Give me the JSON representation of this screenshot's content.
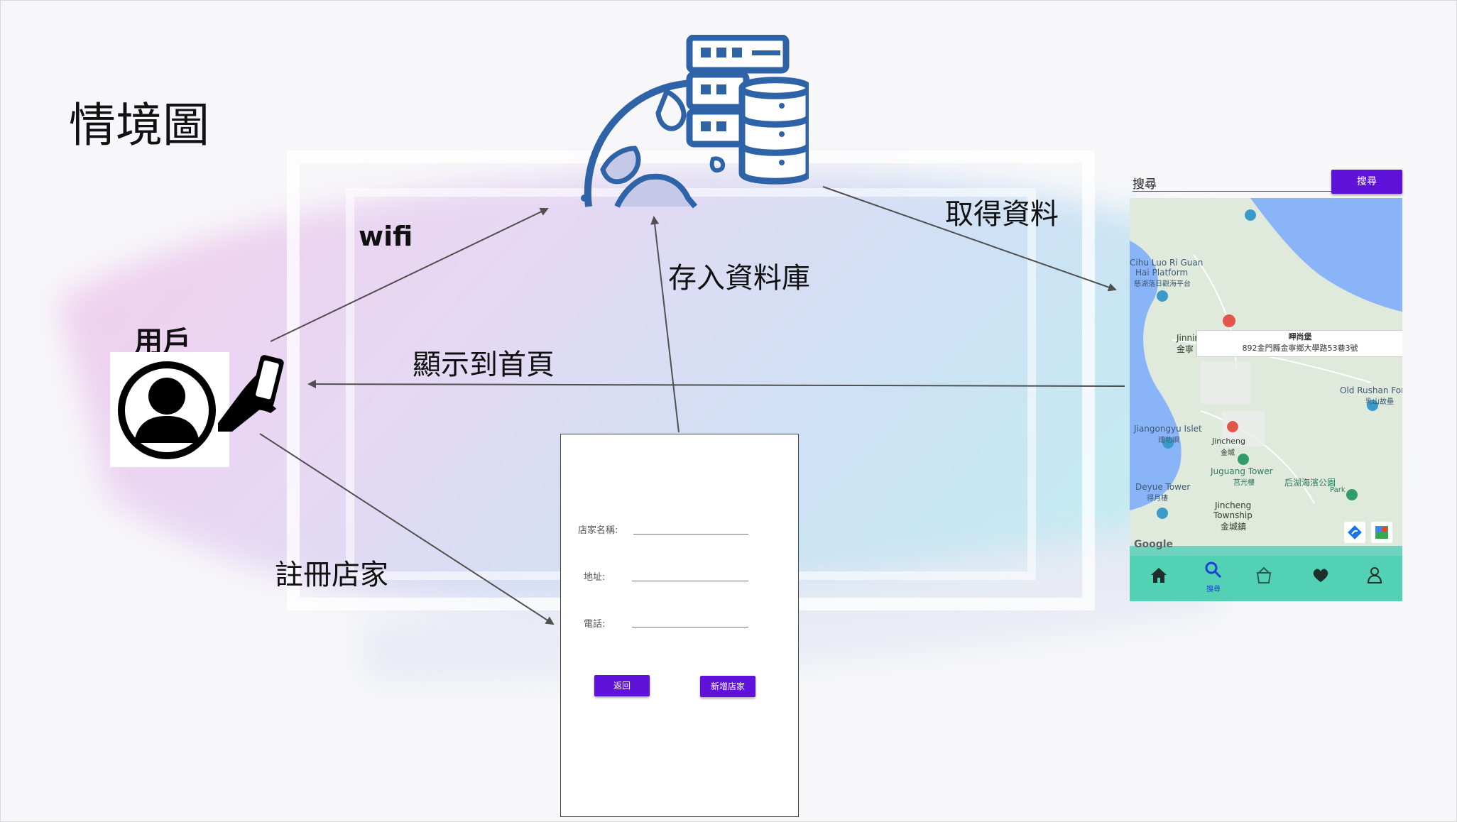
{
  "slide": {
    "title": "情境圖",
    "labels": {
      "user": "用戶",
      "wifi": "wifi",
      "store_db": "存入資料庫",
      "get_data": "取得資料",
      "show_home": "顯示到首頁",
      "register": "註冊店家"
    }
  },
  "form_screen": {
    "fields": [
      {
        "label": "店家名稱:"
      },
      {
        "label": "地址:"
      },
      {
        "label": "電話:"
      }
    ],
    "back_button": "返回",
    "add_button": "新增店家"
  },
  "map_screen": {
    "search_label": "搜尋",
    "search_button": "搜尋",
    "popup": {
      "title": "呷尚堡",
      "address": "892金門縣金寧鄉大學路53巷3號"
    },
    "places": {
      "p1_en": "Cihu Luo Ri Guan",
      "p1_en2": "Hai Platform",
      "p1_zh": "慈湖落日觀海平台",
      "p2": "Old Rushan For",
      "p2_zh": "乳山故壘",
      "p3": "Jiangongyu Islet",
      "p3_zh": "建功嶼",
      "p4": "Juguang Tower",
      "p4_zh": "莒光樓",
      "p5": "Deyue Tower",
      "p5_zh": "得月樓",
      "p6": "Jincheng",
      "p6_2": "Township",
      "p6_zh": "金城鎮",
      "p7_zh": "后湖海濱公園",
      "p7_en": "Park",
      "p8": "Jinning",
      "p8_zh": "金寧",
      "p9": "Jincheng",
      "p9_zh": "金城",
      "google": "Google"
    },
    "nav": [
      {
        "icon": "home-icon",
        "label": ""
      },
      {
        "icon": "search-icon",
        "label": "搜尋"
      },
      {
        "icon": "store-icon",
        "label": ""
      },
      {
        "icon": "heart-icon",
        "label": ""
      },
      {
        "icon": "user-icon",
        "label": ""
      }
    ]
  },
  "colors": {
    "accent": "#5f12d9",
    "nav_bg": "#52d1b4",
    "arrow": "#505050",
    "globe_blue": "#2f63a8",
    "sea": "#8ab4f8",
    "land": "#dfe9dc"
  }
}
